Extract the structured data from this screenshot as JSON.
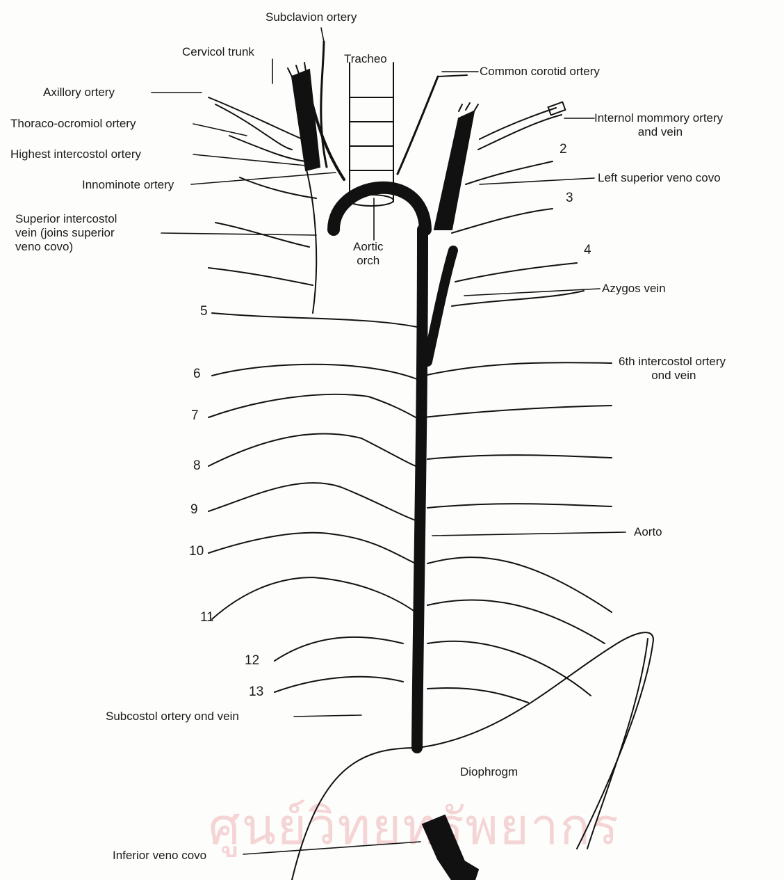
{
  "labels": {
    "subclavian_artery": "Subclavion ortery",
    "cervical_trunk": "Cervicol trunk",
    "trachea": "Tracheo",
    "common_carotid_artery": "Common corotid ortery",
    "axillary_artery": "Axillory ortery",
    "internal_mammary": "Internol mommory ortery\n and vein",
    "thoraco_acromial": "Thoraco-ocromiol ortery",
    "highest_intercostal": "Highest intercostol ortery",
    "left_superior_vena_cava": "Left superior veno covo",
    "innominate_artery": "Innominote ortery",
    "superior_intercostal_vein": "Superior intercostol\nvein (joins superior\nveno covo)",
    "aortic_arch": "Aortic\norch",
    "azygos_vein": "Azygos vein",
    "sixth_intercostal": "6th intercostol ortery\n ond vein",
    "aorta": "Aorto",
    "subcostal": "Subcostol ortery ond vein",
    "diaphragm": "Diophrogm",
    "inferior_vena_cava": "Inferior veno covo"
  },
  "rib_numbers": {
    "n2": "2",
    "n3": "3",
    "n4": "4",
    "n5": "5",
    "n6": "6",
    "n7": "7",
    "n8": "8",
    "n9": "9",
    "n10": "10",
    "n11": "11",
    "n12": "12",
    "n13": "13"
  },
  "watermark": "ศูนย์วิทยทรัพยากร",
  "colors": {
    "ink": "#111111",
    "paper": "#fdfdfb",
    "watermark": "#f4d4d4"
  }
}
